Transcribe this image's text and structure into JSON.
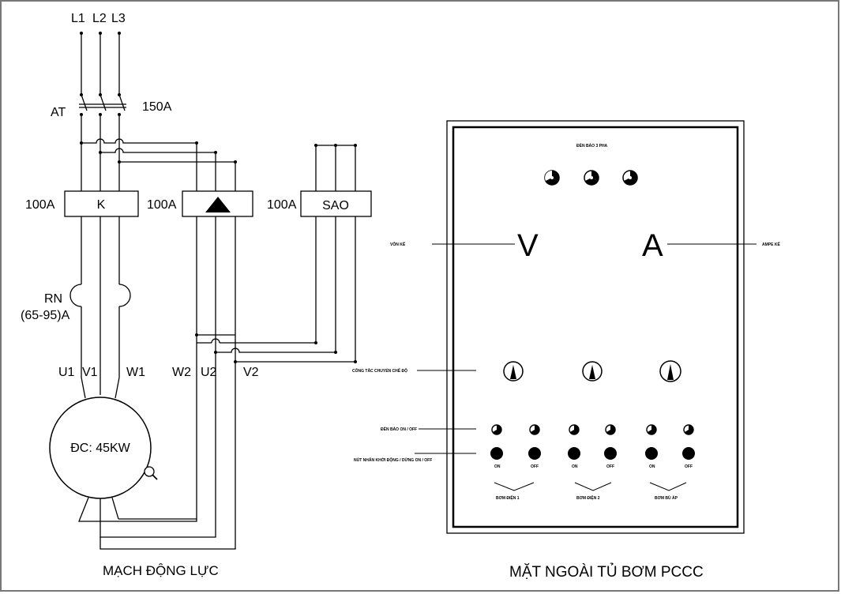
{
  "supply": {
    "l1": "L1",
    "l2": "L2",
    "l3": "L3"
  },
  "breaker": {
    "name": "AT",
    "rating": "150A"
  },
  "contactors": {
    "main": {
      "rating": "100A",
      "label": "K"
    },
    "delta": {
      "rating": "100A"
    },
    "star": {
      "rating": "100A",
      "label": "SAO"
    }
  },
  "overload": {
    "name": "RN",
    "range": "(65-95)A"
  },
  "terminals": {
    "u1": "U1",
    "v1": "V1",
    "w1": "W1",
    "w2": "W2",
    "u2": "U2",
    "v2": "V2"
  },
  "motor": {
    "label": "ĐC: 45KW"
  },
  "power_circuit_title": "MẠCH ĐỘNG LỰC",
  "panel": {
    "title": "MẶT NGOÀI TỦ BƠM PCCC",
    "phase_lamps_label": "ĐÈN BÁO 3 PHA",
    "voltmeter_symbol": "V",
    "voltmeter_label": "VÔN KẾ",
    "ammeter_symbol": "A",
    "ammeter_label": "AMPE KẾ",
    "selector_label": "CÔNG TẮC CHUYỂN CHẾ ĐỘ",
    "onoff_lamps_label": "ĐÈN BÁO ON / OFF",
    "buttons_label": "NÚT NHẤN KHỞI ĐỘNG / DỪNG ON / OFF",
    "on_label": "ON",
    "off_label": "OFF",
    "pumps": [
      "BƠM ĐIỆN 1",
      "BƠM ĐIỆN 2",
      "BƠM BÙ ÁP"
    ]
  }
}
